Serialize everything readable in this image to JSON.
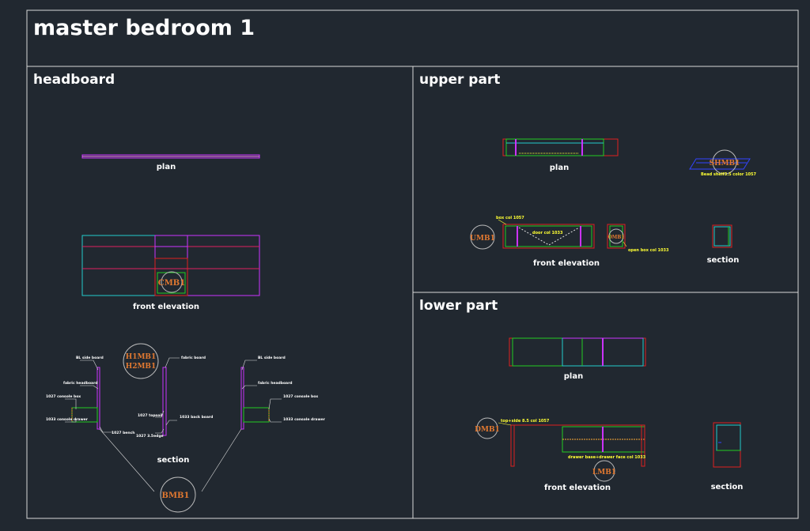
{
  "sheet": {
    "title": "master bedroom 1"
  },
  "headboard": {
    "title": "headboard",
    "plan_label": "plan",
    "front_elevation_label": "front elevation",
    "section_label": "section",
    "tag_cmb": "CMB1",
    "tag_h1mb": "H1MB1",
    "tag_h2mb": "H2MB1",
    "tag_bmb": "BMB1",
    "notes": [
      "BL side board",
      "fabric headboard",
      "1027 console box",
      "1033 console drawer",
      "1027 bench",
      "fabric board",
      "1027 topsoil",
      "1033 back board",
      "1027 3.5edge"
    ]
  },
  "upper": {
    "title": "upper part",
    "plan_label": "plan",
    "front_elevation_label": "front elevation",
    "section_label": "section",
    "tag_shmb": "SHMB1",
    "tag_umb": "UMB1",
    "tag_omb": "OMB1",
    "notes": [
      "Bead shelf3.5 color 1057",
      "box col 1057",
      "door col 1033",
      "open box col 1033"
    ]
  },
  "lower": {
    "title": "lower part",
    "plan_label": "plan",
    "front_elevation_label": "front elevation",
    "section_label": "section",
    "tag_dmb": "DMB1",
    "tag_lmb": "LMB1",
    "notes": [
      "top+side 8.5 col 1057",
      "drawer base+drawer face col 1033"
    ]
  },
  "colors": {
    "background": "#212830",
    "frame": "#ffffff",
    "magenta": "#cc33ff",
    "cyan": "#22cccc",
    "red": "#e02020",
    "green": "#22cc22",
    "yellow": "#ffff33",
    "blue": "#3344ff",
    "orange_tag": "#e07830"
  }
}
